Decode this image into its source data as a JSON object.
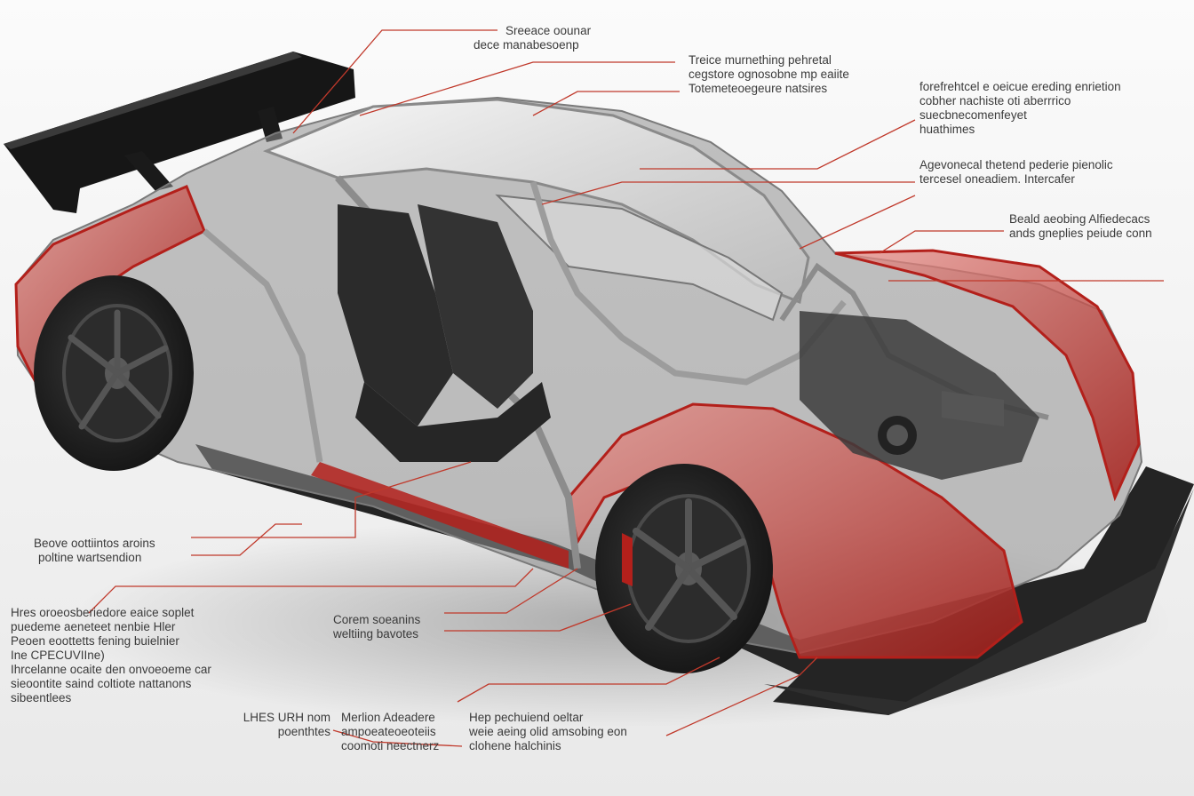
{
  "colors": {
    "background": "#f4f4f4",
    "leader_line": "#c0392b",
    "body_shell_red": "#b3201b",
    "frame_gray": "#9b9b9b",
    "tyre": "#1e1e1e",
    "rim": "#3a3a3a",
    "wing": "#151515",
    "label_text": "#3a3a3a"
  },
  "callouts": [
    {
      "id": "c1",
      "lines": [
        "Sreeace oounar",
        "dece manabesoenp"
      ]
    },
    {
      "id": "c2",
      "lines": [
        "Treice murnething pehretal",
        "cegstore ognosobne mp eaiite",
        "Totemeteoegeure natsires"
      ]
    },
    {
      "id": "c3",
      "lines": [
        "forefrehtcel e oeicue ereding enrietion",
        "cobher nachiste oti aberrrico",
        "suecbnecomenfeyet",
        "huathimes"
      ]
    },
    {
      "id": "c4",
      "lines": [
        "Agevonecal thetend pederie pienolic",
        "tercesel oneadiem. Intercafer"
      ]
    },
    {
      "id": "c5",
      "lines": [
        "Beald aeobing Alfiedecacs",
        "ands gneplies peiude conn"
      ]
    },
    {
      "id": "c6",
      "lines": [
        "Beove oottiintos aroins",
        "poltine wartsendion"
      ]
    },
    {
      "id": "c7",
      "lines": [
        "Hres oroeosberiedore eaice soplet",
        "puedeme aeneteet nenbie Hler",
        "Peoen eoottetts fening buielnier",
        "Ine CPECUVIIne)",
        "Ihrcelanne ocaite den onvoeoeme car",
        "sieoontite saind coltiote nattanons",
        "sibeentlees"
      ]
    },
    {
      "id": "c8",
      "lines": [
        "Corem soeanins",
        "weltiing bavotes"
      ]
    },
    {
      "id": "c9",
      "lines": [
        "LHES URH nom",
        "poenthtes"
      ]
    },
    {
      "id": "c10",
      "lines": [
        "Merlion Adeadere",
        "ampoeateoeoteiis",
        "coomoti neectnerz"
      ]
    },
    {
      "id": "c11",
      "lines": [
        "Hep pechuiend oeltar",
        "weie aeing olid amsobing eon",
        "clohene halchinis"
      ]
    }
  ]
}
